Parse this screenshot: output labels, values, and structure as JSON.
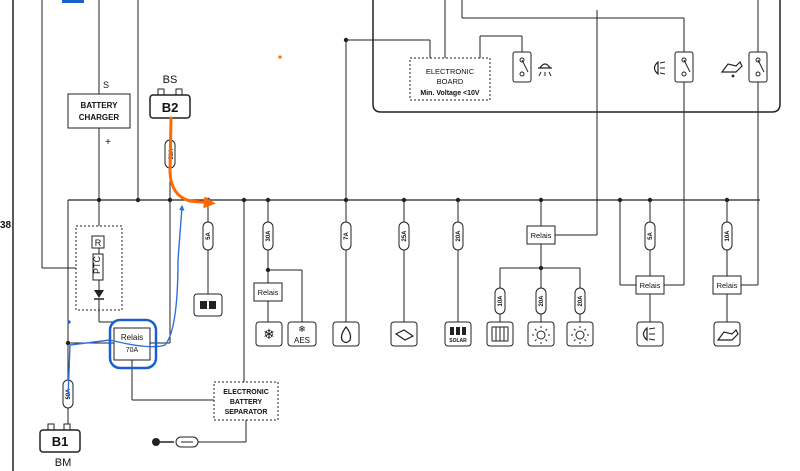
{
  "labels": {
    "s": "S",
    "plus": "+",
    "battery_charger": [
      "BATTERY",
      "CHARGER"
    ],
    "bs": "BS",
    "b2": "B2",
    "b1": "B1",
    "bm": "BM",
    "ptc_r": "R",
    "ptc": "PTC",
    "left_relay": [
      "Relais",
      "70A"
    ],
    "electronic_board": [
      "ELECTRONIC",
      "BOARD",
      "Min. Voltage <10V"
    ],
    "separator": [
      "ELECTRONIC",
      "BATTERY",
      "SEPARATOR"
    ],
    "relais": "Relais",
    "aes": "AES",
    "solar": "SOLAR",
    "side_mark": "38"
  },
  "fuses": {
    "b2": "50A",
    "b1": "50A",
    "f1": "5A",
    "f2": "30A",
    "f3": "7A",
    "f4": "25A",
    "f5": "20A",
    "f6": "10A",
    "f7": "20A",
    "f8": "20A",
    "f9": "5A",
    "f10": "10A"
  },
  "colors": {
    "wire": "#222222",
    "orange": "#ff6a00",
    "blue": "#2e6fe0",
    "bm": "#1a7fd6",
    "bs": "#d21f1f",
    "tab": "#1a5fd0"
  }
}
